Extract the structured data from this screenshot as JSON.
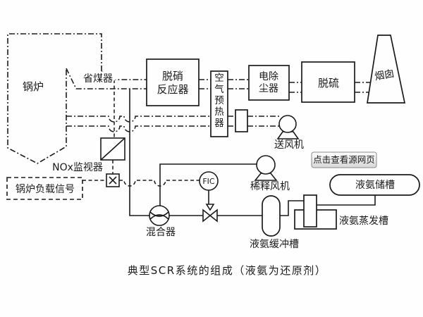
{
  "page": {
    "background": "#fefefe",
    "line_color": "#1a1a1a"
  },
  "title": "典型SCR系统的组成（液氨为还原剂）",
  "watermark": {
    "label": "点击查看源网页",
    "text_color": "#333333",
    "border_color": "#8a8a8a"
  },
  "equipment": {
    "boiler": "锅炉",
    "economizer": "省煤器",
    "scr_reactor": {
      "line1": "脱硝",
      "line2": "反应器"
    },
    "air_preheater": {
      "chars": [
        "空",
        "气",
        "预",
        "热",
        "器"
      ]
    },
    "esp": {
      "line1": "电除",
      "line2": "尘器"
    },
    "fgd": "脱硫",
    "chimney": "烟囱",
    "supply_fan": "送风机",
    "dilution_fan": "稀释风机",
    "mixer": "混合器",
    "nox_monitor": "NOx监视器",
    "boiler_load_signal": "锅炉负载信号",
    "fic": "FIC",
    "ammonia_storage_tank": "液氨储槽",
    "ammonia_evaporator": "液氨蒸发槽",
    "ammonia_buffer_tank": "液氨缓冲槽"
  }
}
